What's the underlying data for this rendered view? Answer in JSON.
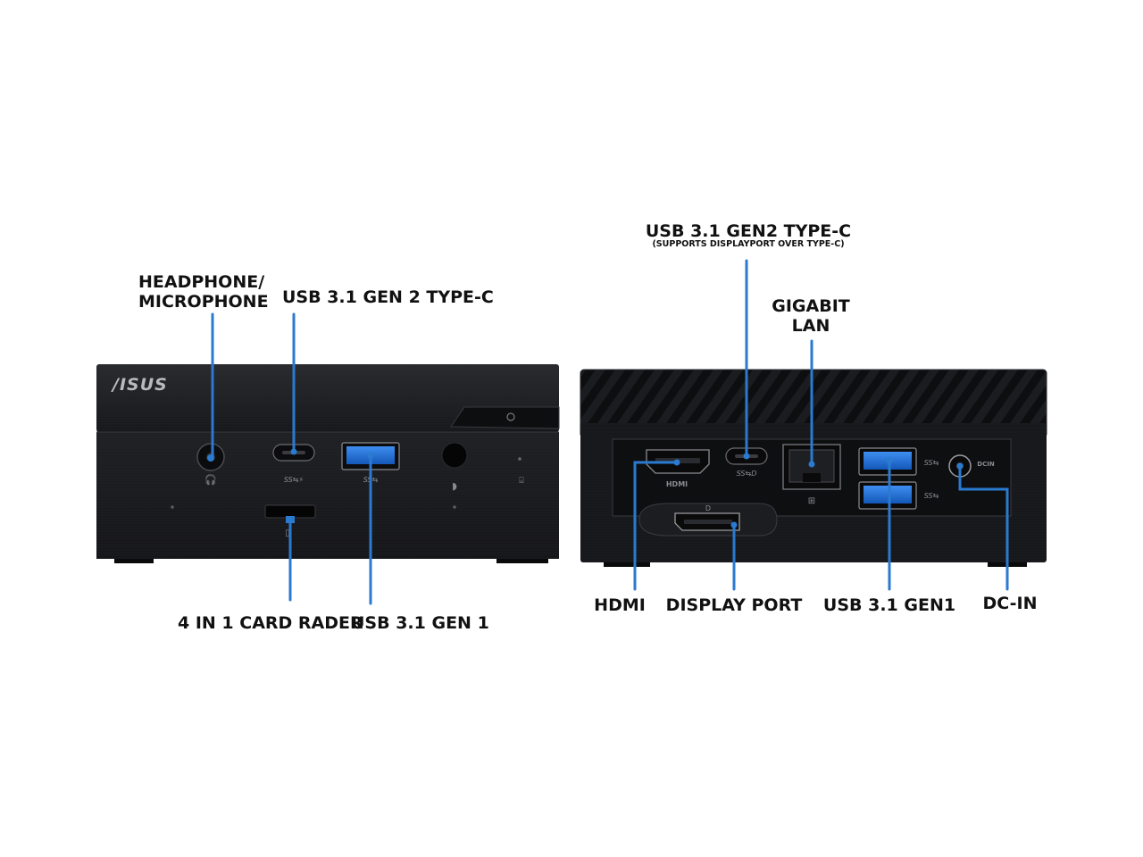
{
  "brand_logo_text": "/ISUS",
  "front": {
    "callouts": {
      "headphone": {
        "line1": "HEADPHONE/",
        "line2": "MICROPHONE"
      },
      "usb_type_c": "USB 3.1 GEN 2 TYPE-C",
      "card_reader": "4 IN 1 CARD RADER",
      "usb_gen1": "USB 3.1 GEN 1"
    },
    "port_marks": {
      "typec": "SS⇆⚡",
      "usb": "SS⇆"
    }
  },
  "rear": {
    "callouts": {
      "usb_typec": "USB 3.1 GEN2 TYPE-C",
      "usb_typec_note": "(SUPPORTS DISPLAYPORT OVER TYPE-C)",
      "lan": {
        "line1": "GIGABIT",
        "line2": "LAN"
      },
      "hdmi": "HDMI",
      "displayport": "DISPLAY PORT",
      "usb_gen1": "USB 3.1 GEN1",
      "dcin": "DC-IN"
    },
    "port_marks": {
      "hdmi": "HDMI",
      "typec": "SS⇆D",
      "usb": "SS⇆",
      "dcin": "DCIN"
    }
  },
  "colors": {
    "callout_line": "#2a7ad0",
    "device_body": "#1a1b1e",
    "usb_blue": "#1f6fd1"
  }
}
